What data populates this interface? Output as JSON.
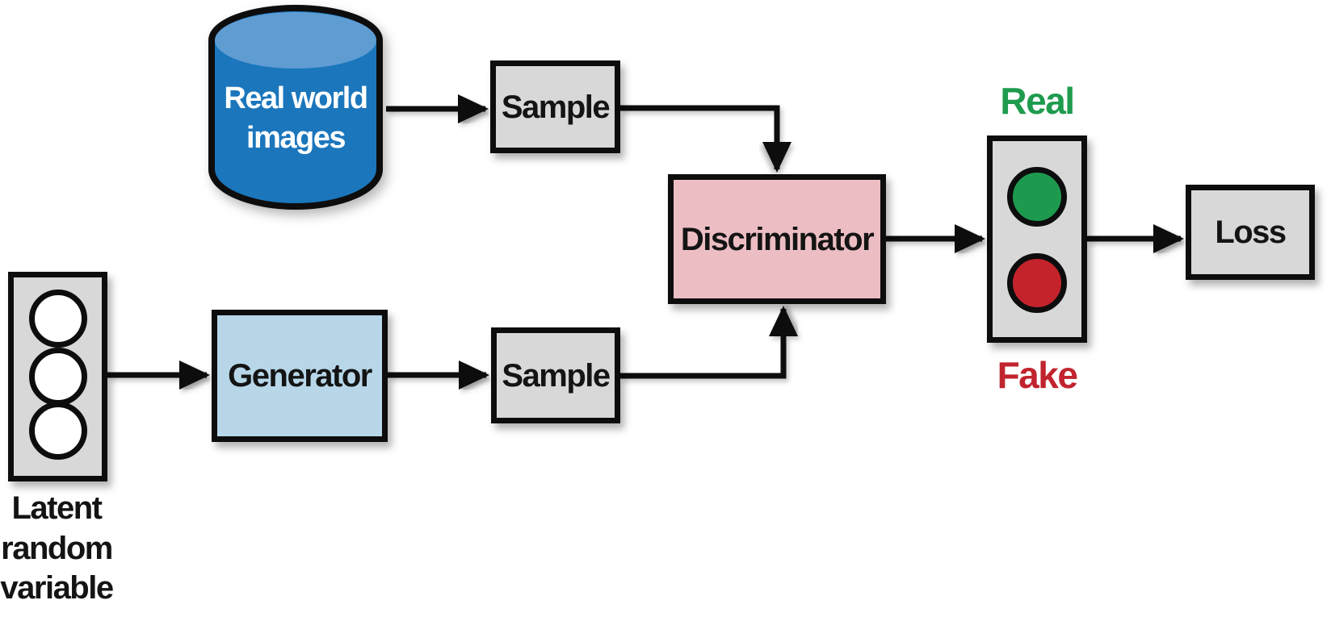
{
  "diagram_type": "flow-diagram",
  "nodes": {
    "real_world_images": {
      "label": "Real world images",
      "shape": "database-cylinder",
      "fill": "#1b76bc",
      "top_fill": "#5e9cd2",
      "text_color": "#ffffff"
    },
    "sample_top": {
      "label": "Sample",
      "shape": "rect",
      "fill": "#d8d8d8"
    },
    "discriminator": {
      "label": "Discriminator",
      "shape": "rect",
      "fill": "#ecbec3"
    },
    "latent_random_variable": {
      "label": "Latent random variable",
      "shape": "rect-with-3-white-circles",
      "fill": "#d8d8d8"
    },
    "generator": {
      "label": "Generator",
      "shape": "rect",
      "fill": "#b7d7e9"
    },
    "sample_bottom": {
      "label": "Sample",
      "shape": "rect",
      "fill": "#d8d8d8"
    },
    "output_indicator": {
      "shape": "rect-with-2-lights",
      "fill": "#d8d8d8",
      "green_light": "#1e9a4f",
      "red_light": "#c4232c"
    },
    "real_label": {
      "label": "Real",
      "color": "#1f9b4e"
    },
    "fake_label": {
      "label": "Fake",
      "color": "#c1242e"
    },
    "loss": {
      "label": "Loss",
      "shape": "rect",
      "fill": "#d8d8d8"
    }
  },
  "edges": [
    {
      "from": "real_world_images",
      "to": "sample_top"
    },
    {
      "from": "sample_top",
      "to": "discriminator",
      "route": "right-then-down"
    },
    {
      "from": "latent_random_variable",
      "to": "generator"
    },
    {
      "from": "generator",
      "to": "sample_bottom"
    },
    {
      "from": "sample_bottom",
      "to": "discriminator",
      "route": "right-then-up"
    },
    {
      "from": "discriminator",
      "to": "output_indicator"
    },
    {
      "from": "output_indicator",
      "to": "loss"
    }
  ],
  "colors": {
    "line": "#0d0d0d",
    "box_gray": "#d8d8d8",
    "generator_blue": "#b7d7e9",
    "discriminator_pink": "#ecbec3",
    "cylinder_blue": "#1b76bc",
    "cylinder_top_blue": "#5e9cd2",
    "green": "#1e9a4f",
    "red": "#c4232c",
    "background": "#ffffff"
  }
}
